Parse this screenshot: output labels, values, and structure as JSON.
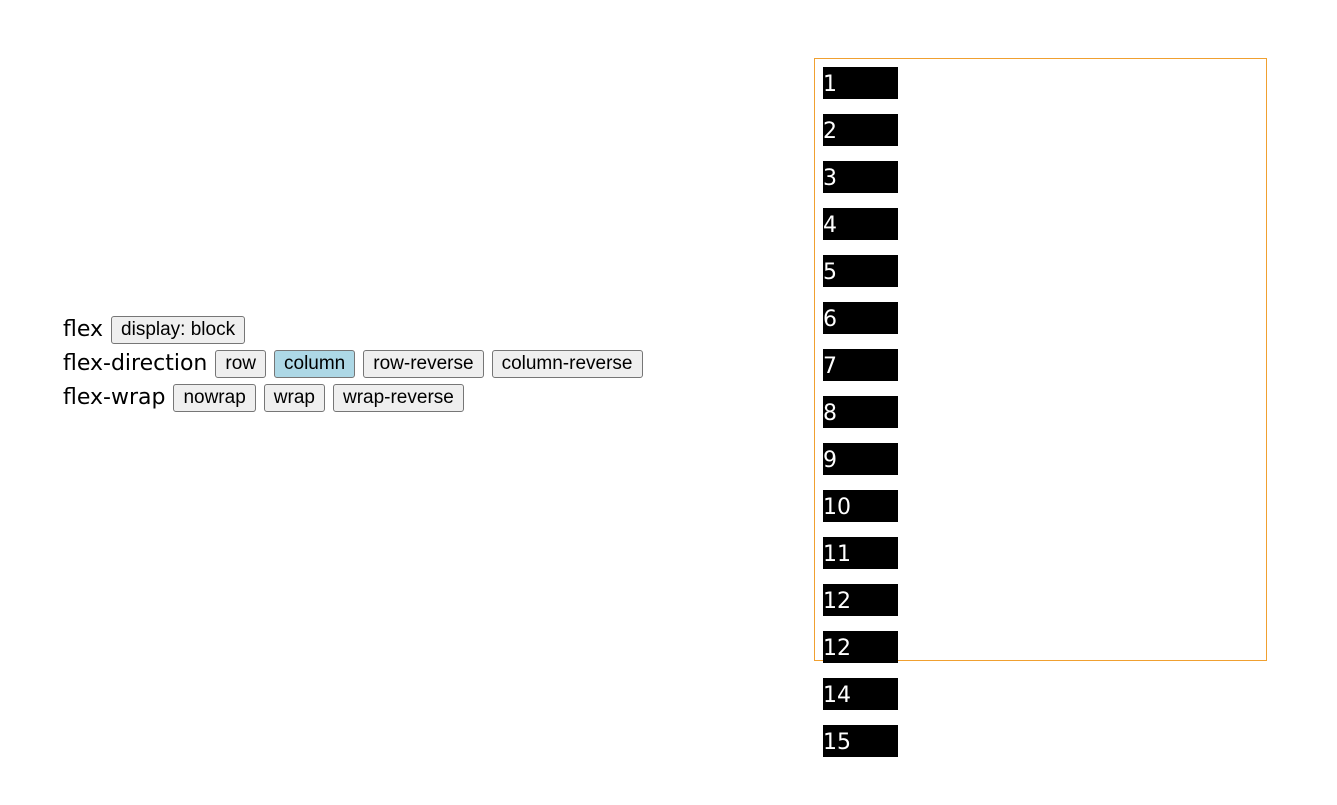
{
  "controls": {
    "flex": {
      "label": "flex",
      "buttons": [
        "display: block"
      ]
    },
    "direction": {
      "label": "flex-direction",
      "buttons": [
        "row",
        "column",
        "row-reverse",
        "column-reverse"
      ],
      "active": "column"
    },
    "wrap": {
      "label": "flex-wrap",
      "buttons": [
        "nowrap",
        "wrap",
        "wrap-reverse"
      ]
    }
  },
  "colors": {
    "active_button": "#add8e6",
    "container_border": "#f0a030",
    "item_background": "#000000",
    "item_text": "#ffffff"
  },
  "items": [
    "1",
    "2",
    "3",
    "4",
    "5",
    "6",
    "7",
    "8",
    "9",
    "10",
    "11",
    "12",
    "12",
    "14",
    "15"
  ]
}
